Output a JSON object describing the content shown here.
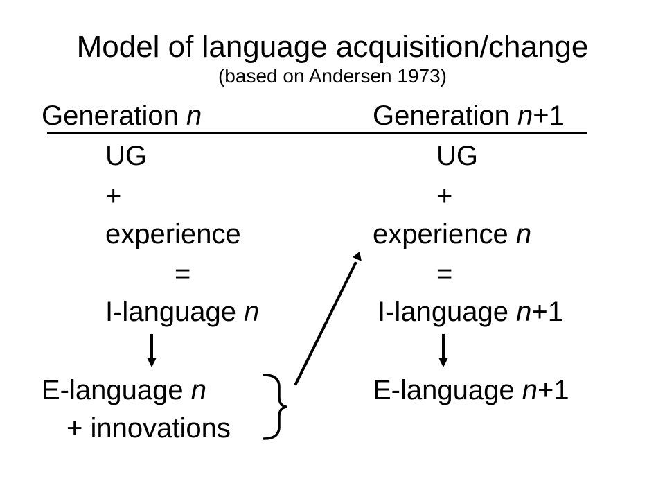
{
  "title": "Model of language acquisition/change",
  "subtitle": "(based on Andersen 1973)",
  "left": {
    "header": "Generation",
    "header_var": "n",
    "ug": "UG",
    "plus": "+",
    "experience": "experience",
    "equals": "=",
    "ilanguage": "I-language",
    "ilanguage_var": "n",
    "elanguage": "E-language",
    "elanguage_var": "n",
    "innovations": "+ innovations"
  },
  "right": {
    "header": "Generation",
    "header_var": "n",
    "header_suffix": "+1",
    "ug": "UG",
    "plus": "+",
    "experience": "experience",
    "experience_var": "n",
    "equals": "=",
    "ilanguage": "I-language",
    "ilanguage_var": "n",
    "ilanguage_suffix": "+1",
    "elanguage": "E-language",
    "elanguage_var": "n",
    "elanguage_suffix": "+1"
  }
}
